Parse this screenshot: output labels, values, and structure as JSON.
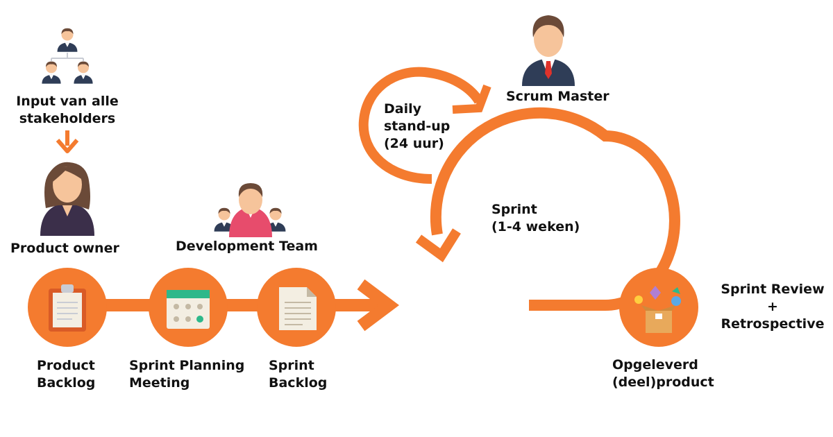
{
  "colors": {
    "accent": "#f47b2f",
    "text": "#111111",
    "suit": "#2f3d57",
    "skin": "#f6c49b",
    "hair": "#6b4a38",
    "tie": "#e0322b",
    "icon_paper": "#f3eee2",
    "icon_accent": "#2db88a"
  },
  "labels": {
    "stakeholders": "Input van alle\nstakeholders",
    "product_owner": "Product owner",
    "dev_team": "Development Team",
    "product_backlog": "Product\nBacklog",
    "sprint_planning": "Sprint Planning\nMeeting",
    "sprint_backlog": "Sprint\nBacklog",
    "daily_standup": "Daily\nstand-up\n(24 uur)",
    "scrum_master": "Scrum Master",
    "sprint": "Sprint\n(1-4 weken)",
    "review": "Sprint Review\n+\nRetrospective",
    "delivered": "Opgeleverd\n(deel)product"
  },
  "icons": {
    "stakeholders": "org-chart-people-icon",
    "product_owner": "woman-avatar-icon",
    "dev_team": "team-group-icon",
    "scrum_master": "man-in-suit-icon",
    "product_backlog": "clipboard-icon",
    "sprint_planning": "calendar-icon",
    "sprint_backlog": "document-icon",
    "delivered": "open-box-icon"
  }
}
